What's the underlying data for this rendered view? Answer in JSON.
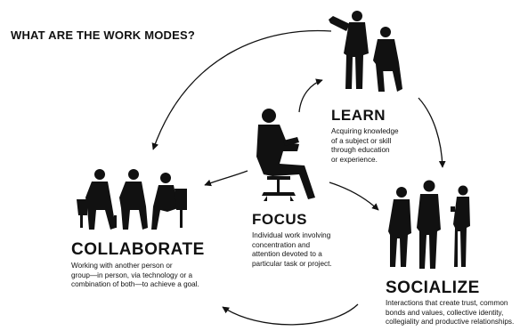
{
  "title": "WHAT ARE THE WORK MODES?",
  "modes": {
    "learn": {
      "heading": "LEARN",
      "lines": [
        "Acquiring knowledge",
        "of a subject or skill",
        "through education",
        "or experience."
      ]
    },
    "focus": {
      "heading": "FOCUS",
      "lines": [
        "Individual work involving",
        "concentration and",
        "attention devoted to a",
        "particular task or project."
      ]
    },
    "collaborate": {
      "heading": "COLLABORATE",
      "lines": [
        "Working with another person or",
        "group—in person, via technology or a",
        "combination of both—to achieve a goal."
      ]
    },
    "socialize": {
      "heading": "SOCIALIZE",
      "lines": [
        "Interactions that create trust, common",
        "bonds and values, collective identity,",
        "collegiality and productive relationships."
      ]
    }
  },
  "icons": {
    "learn": "presenter-and-listener-silhouette-icon",
    "focus": "seated-worker-silhouette-icon",
    "collaborate": "meeting-group-silhouette-icon",
    "socialize": "standing-group-silhouette-icon"
  },
  "colors": {
    "ink": "#111111",
    "background": "#ffffff"
  }
}
